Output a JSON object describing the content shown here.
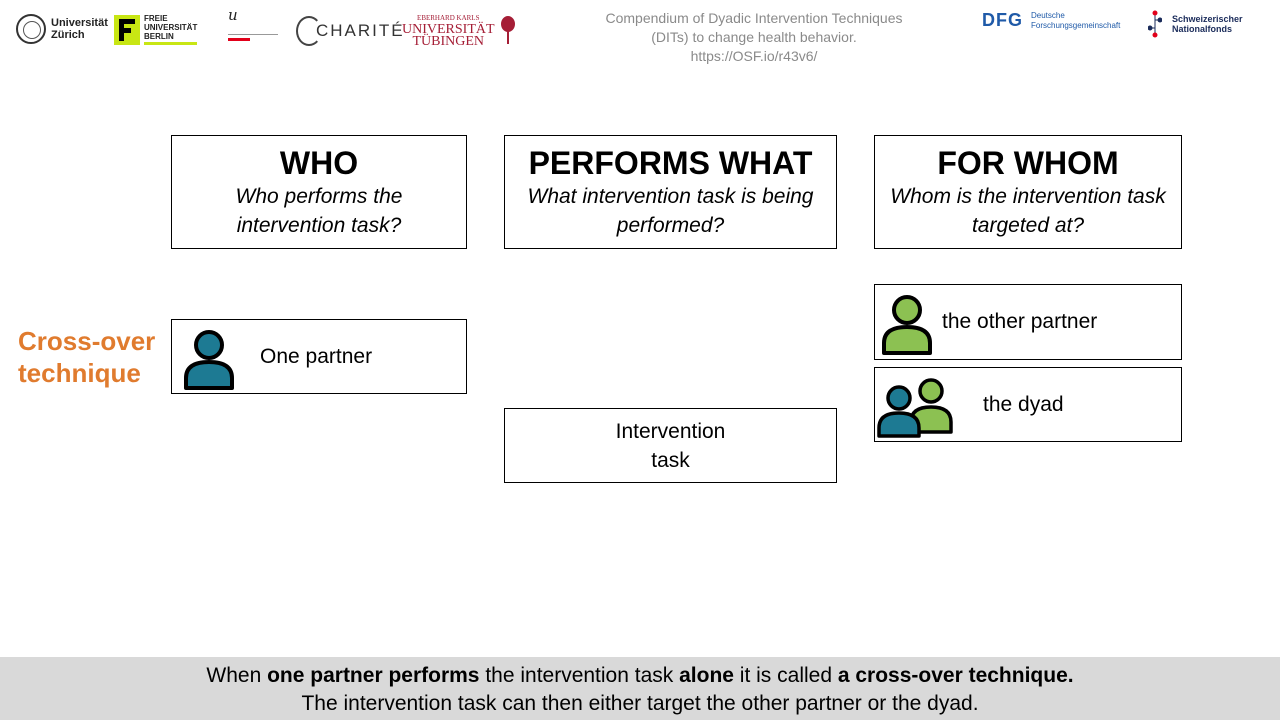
{
  "header": {
    "logos": {
      "uzh": "Universität Zürich",
      "fu": [
        "FREIE",
        "UNIVERSITÄT",
        "BERLIN"
      ],
      "ub": "u",
      "charite": "CHARITÉ",
      "tuebingen_small": "EBERHARD KARLS",
      "tuebingen_big": [
        "UNIVERSITÄT",
        "TÜBINGEN"
      ],
      "dfg_big": "DFG",
      "dfg_small": [
        "Deutsche",
        "Forschungsgemeinschaft"
      ],
      "snf": [
        "Schweizerischer",
        "Nationalfonds"
      ]
    },
    "compendium": [
      "Compendium  of Dyadic Intervention  Techniques",
      "(DITs) to change health behavior.",
      "https://OSF.io/r43v6/"
    ]
  },
  "columns": [
    {
      "title": "WHO",
      "subtitle": "Who performs the intervention task?"
    },
    {
      "title": "PERFORMS WHAT",
      "subtitle": "What intervention task is being performed?"
    },
    {
      "title": "FOR WHOM",
      "subtitle": "Whom is the intervention task targeted at?"
    }
  ],
  "technique_label": [
    "Cross-over",
    "technique"
  ],
  "who_item": "One partner",
  "task_item": "Intervention task",
  "targets": [
    "the other partner",
    "the dyad"
  ],
  "colors": {
    "partner_teal": "#1d7a93",
    "partner_green": "#8cc152",
    "accent_orange": "#e07b2e",
    "footer_bg": "#d9d9d9"
  },
  "footer": {
    "line1": [
      "When ",
      "one partner performs",
      " the intervention task ",
      "alone",
      " it is called ",
      "a cross-over technique."
    ],
    "line2": "The intervention task can then either target the other partner or the dyad."
  }
}
